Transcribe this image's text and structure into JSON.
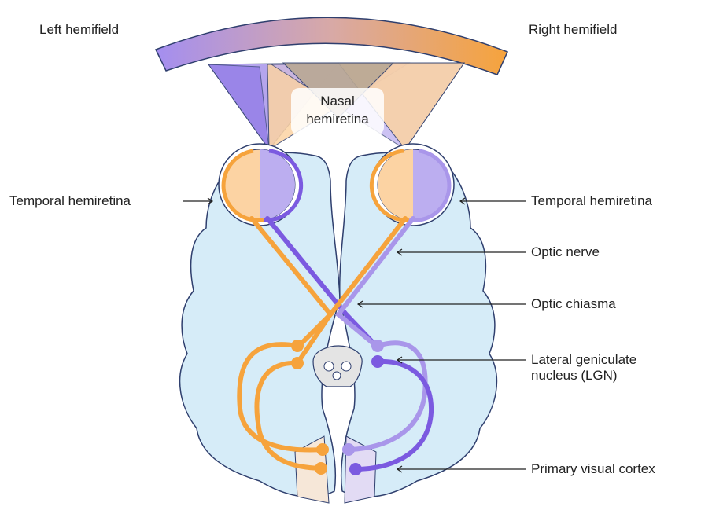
{
  "labels": {
    "left_hemifield": "Left hemifield",
    "right_hemifield": "Right hemifield",
    "nasal_line1": "Nasal",
    "nasal_line2": "hemiretina",
    "temporal_left": "Temporal hemiretina",
    "temporal_right": "Temporal hemiretina",
    "optic_nerve": "Optic nerve",
    "optic_chiasma": "Optic chiasma",
    "lgn_line1": "Lateral geniculate",
    "lgn_line2": "nucleus (LGN)",
    "visual_cortex": "Primary visual cortex"
  },
  "colors": {
    "orange": "#f6a33c",
    "purple": "#7b5ae0",
    "light_purple": "#a996ea",
    "brain_fill": "#d6ecf8",
    "outline": "#2f3f6e",
    "orange_light": "#fcd3a3",
    "purple_light": "#bcaef0"
  }
}
